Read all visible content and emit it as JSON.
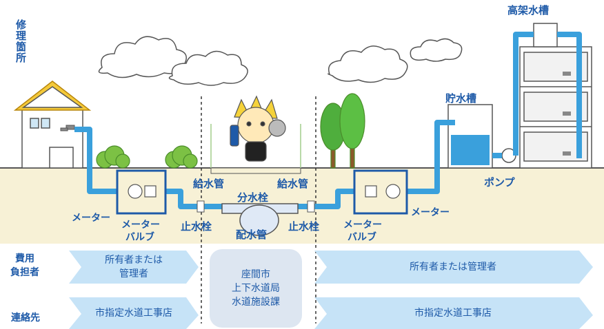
{
  "header": {
    "repair_location_label": "修理箇所"
  },
  "labels": {
    "elevated_tank": "高架水槽",
    "storage_tank": "貯水槽",
    "pump": "ポンプ",
    "supply_pipe_left": "給水管",
    "supply_pipe_right": "給水管",
    "branch_plug": "分水栓",
    "distribution_pipe": "配水管",
    "stop_valve_left": "止水栓",
    "stop_valve_right": "止水栓",
    "meter_left": "メーター",
    "meter_valve_left_1": "メーター",
    "meter_valve_left_2": "バルブ",
    "meter_valve_right_1": "メーター",
    "meter_valve_right_2": "バルブ",
    "meter_right": "メーター"
  },
  "table": {
    "cost_header": "費用\n負担者",
    "contact_header": "連絡先",
    "left_cost": "所有者または\n管理者",
    "center_text": "座間市\n上下水道局\n水道施設課",
    "right_cost": "所有者または管理者",
    "left_contact": "市指定水道工事店",
    "right_contact": "市指定水道工事店"
  },
  "colors": {
    "label_blue": "#1e5aa8",
    "pipe_blue": "#3aa0dc",
    "ground": "#f7f1d6",
    "banner": "#c6e3f7",
    "center_box": "#dde6f1"
  }
}
